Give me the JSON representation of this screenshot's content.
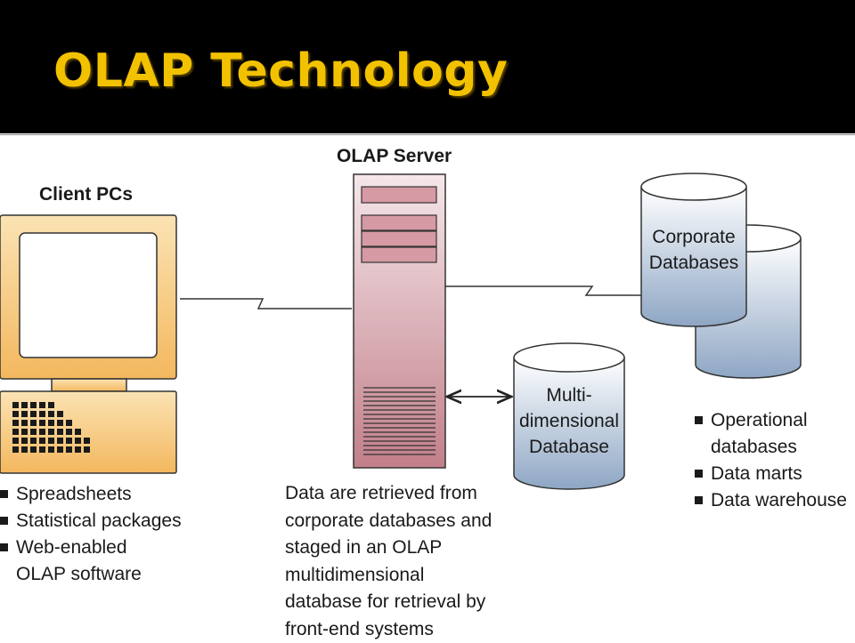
{
  "title": "OLAP Technology",
  "colors": {
    "title": "#f2c200",
    "header_bg": "#000000",
    "pc_fill": "#f7c97a",
    "server_fill": "#c88e97",
    "database_fill": "#9db2cc"
  },
  "labels": {
    "client_pcs": "Client PCs",
    "olap_server": "OLAP Server"
  },
  "client_list": [
    "Spreadsheets",
    "Statistical packages",
    "Web-enabled",
    "OLAP software"
  ],
  "server_description": [
    "Data are retrieved from",
    "corporate databases and",
    "staged in an OLAP",
    "multidimensional",
    "database for retrieval by",
    "front-end systems"
  ],
  "corporate_db": [
    "Corporate",
    "Databases"
  ],
  "multi_db": [
    "Multi-",
    "dimensional",
    "Database"
  ],
  "source_list": [
    "Operational",
    "databases",
    "Data marts",
    "Data warehouse"
  ]
}
